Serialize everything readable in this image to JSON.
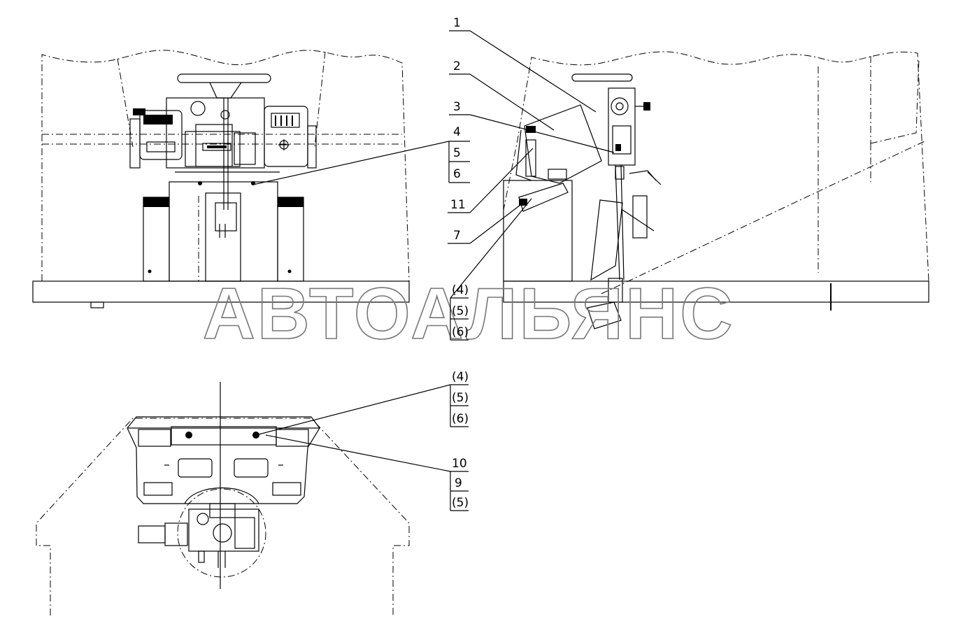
{
  "watermark": "АВТОАЛЬЯНС",
  "callouts_group_a": [
    {
      "key": "c1",
      "text": "1"
    },
    {
      "key": "c2",
      "text": "2"
    },
    {
      "key": "c3",
      "text": "3"
    },
    {
      "key": "c4",
      "text": "4"
    },
    {
      "key": "c5",
      "text": "5"
    },
    {
      "key": "c6",
      "text": "6"
    },
    {
      "key": "c11",
      "text": "11"
    },
    {
      "key": "c7",
      "text": "7"
    }
  ],
  "callouts_group_b": [
    {
      "key": "b4",
      "text": "(4)"
    },
    {
      "key": "b5",
      "text": "(5)"
    },
    {
      "key": "b6",
      "text": "(6)"
    }
  ],
  "callouts_group_c": [
    {
      "key": "d4",
      "text": "(4)"
    },
    {
      "key": "d5",
      "text": "(5)"
    },
    {
      "key": "d6",
      "text": "(6)"
    }
  ],
  "callouts_group_d": [
    {
      "key": "e10",
      "text": "10"
    },
    {
      "key": "e9",
      "text": "9"
    },
    {
      "key": "e5",
      "text": "(5)"
    }
  ]
}
